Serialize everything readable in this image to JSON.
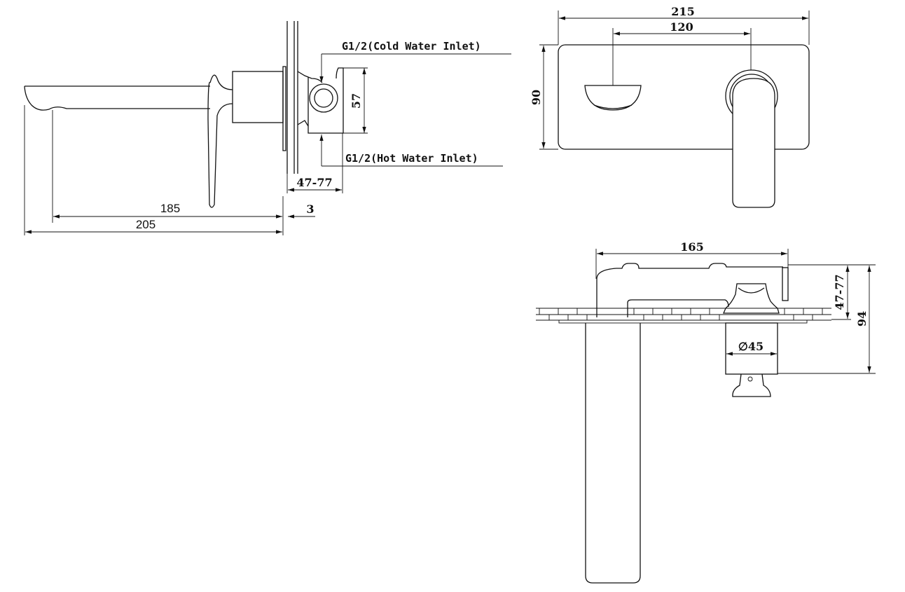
{
  "side_view": {
    "cold_inlet_label": "G1/2(Cold Water Inlet)",
    "hot_inlet_label": "G1/2(Hot Water Inlet)",
    "dim_inlet_spacing": "57",
    "dim_wall_depth": "47-77",
    "dim_spout_reach": "185",
    "dim_total_length": "205",
    "dim_plate_thickness": "3"
  },
  "front_view": {
    "dim_plate_width": "215",
    "dim_centers": "120",
    "dim_plate_height": "90"
  },
  "top_view": {
    "dim_spout_length": "165",
    "dim_wall_depth": "47-77",
    "dim_total_depth": "94",
    "dim_body_diameter": "∅45"
  },
  "colors": {
    "line": "#111111",
    "background": "#ffffff"
  }
}
